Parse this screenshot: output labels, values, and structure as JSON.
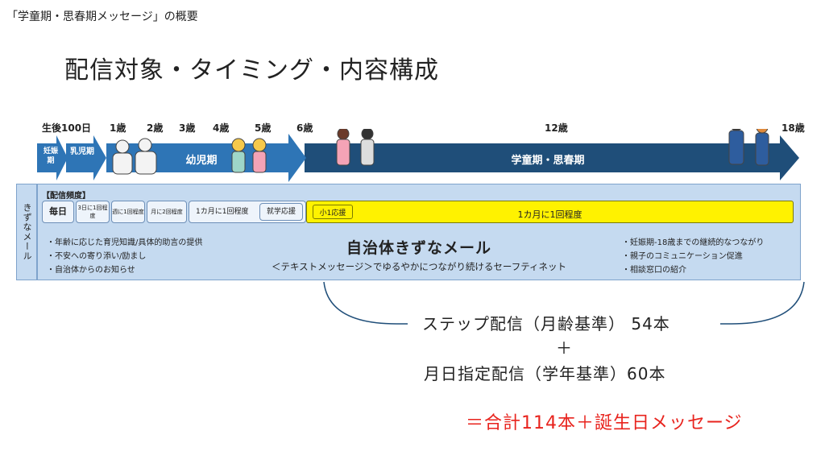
{
  "header_note": "「学童期・思春期メッセージ」の概要",
  "slide_title": "配信対象・タイミング・内容構成",
  "ages": [
    "生後100日",
    "1歳",
    "2歳",
    "3歳",
    "4歳",
    "5歳",
    "6歳",
    "12歳",
    "18歳"
  ],
  "timeline": {
    "pregnancy": "妊娠期",
    "infant": "乳児期",
    "toddler": "幼児期",
    "school": "学童期・思春期"
  },
  "side_label": "きずなメール",
  "frequency": {
    "heading": "【配信頻度】",
    "boxes": [
      "毎日",
      "3日に1回程度",
      "週に1回程度",
      "月に2回程度",
      "1カ月に1回程度"
    ],
    "shugaku": "就学応援",
    "small_support": "小1応援",
    "monthly": "1カ月に1回程度"
  },
  "left_bullets": [
    "・年齢に応じた育児知識/具体的助言の提供",
    "・不安への寄り添い/励まし",
    "・自治体からのお知らせ"
  ],
  "center_title": "自治体きずなメール",
  "center_sub": "＜テキストメッセージ＞でゆるやかにつながり続けるセーフティネット",
  "right_bullets": [
    "・妊娠期-18歳までの継続的なつながり",
    "・親子のコミュニケーション促進",
    "・相談窓口の紹介"
  ],
  "summary": {
    "line1": "ステップ配信（月齢基準） 54本",
    "plus": "＋",
    "line2": "月日指定配信（学年基準）60本",
    "total": "＝合計114本＋誕生日メッセージ"
  },
  "colors": {
    "arrow_dark": "#1f4e79",
    "arrow_mid": "#2e75b6",
    "panel": "#c5daf0",
    "highlight": "#fff200",
    "total": "#e8231d"
  }
}
